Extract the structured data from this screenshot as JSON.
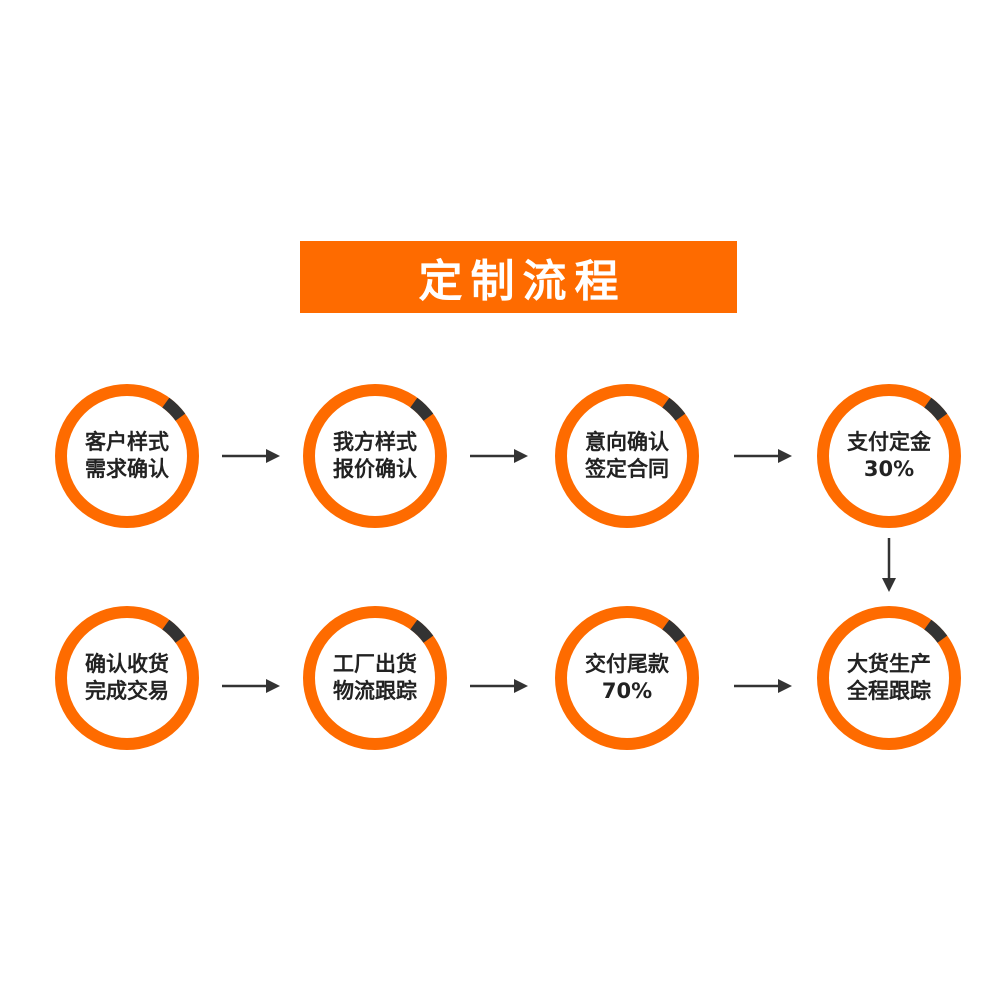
{
  "title": "定制流程",
  "colors": {
    "accent": "#fe6b00",
    "ring_tab": "#333333",
    "arrow": "#333333",
    "text": "#222222"
  },
  "steps": [
    {
      "line1": "客户样式",
      "line2": "需求确认"
    },
    {
      "line1": "我方样式",
      "line2": "报价确认"
    },
    {
      "line1": "意向确认",
      "line2": "签定合同"
    },
    {
      "line1": "支付定金",
      "line2": "30%"
    },
    {
      "line1": "大货生产",
      "line2": "全程跟踪"
    },
    {
      "line1": "交付尾款",
      "line2": "70%"
    },
    {
      "line1": "工厂出货",
      "line2": "物流跟踪"
    },
    {
      "line1": "确认收货",
      "line2": "完成交易"
    }
  ]
}
